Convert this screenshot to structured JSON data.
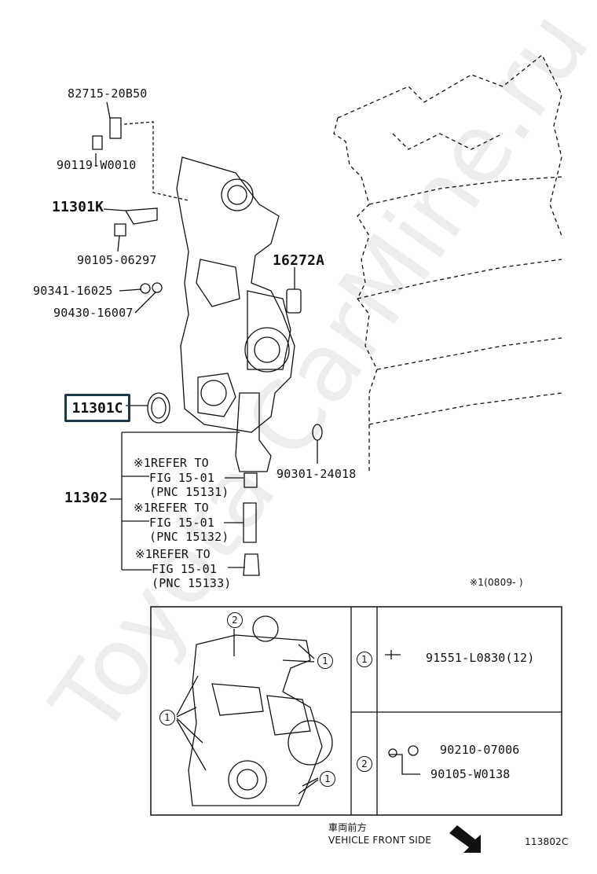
{
  "watermark": "Toyota.CarMine.ru",
  "parts": {
    "p82715": "82715-20B50",
    "p90119": "90119-W0010",
    "p11301K": "11301K",
    "p90105a": "90105-06297",
    "p16272A": "16272A",
    "p90341": "90341-16025",
    "p90430": "90430-16007",
    "p11301C": "11301C",
    "p90301": "90301-24018",
    "p11302": "11302"
  },
  "refers": [
    {
      "note": "※1REFER TO",
      "fig": "FIG 15-01",
      "pnc": "(PNC 15131)"
    },
    {
      "note": "※1REFER TO",
      "fig": "FIG 15-01",
      "pnc": "(PNC 15132)"
    },
    {
      "note": "※1REFER TO",
      "fig": "FIG 15-01",
      "pnc": "(PNC 15133)"
    }
  ],
  "footnote": "※1(0809-     )",
  "detail": {
    "callout1": "1",
    "callout2": "2",
    "legend": [
      {
        "num": "1",
        "part": "91551-L0830(12)"
      },
      {
        "num": "2",
        "part_a": "90210-07006",
        "part_b": "90105-W0138"
      }
    ]
  },
  "front": {
    "jp": "車両前方",
    "en": "VEHICLE FRONT SIDE"
  },
  "figure_id": "113802C"
}
